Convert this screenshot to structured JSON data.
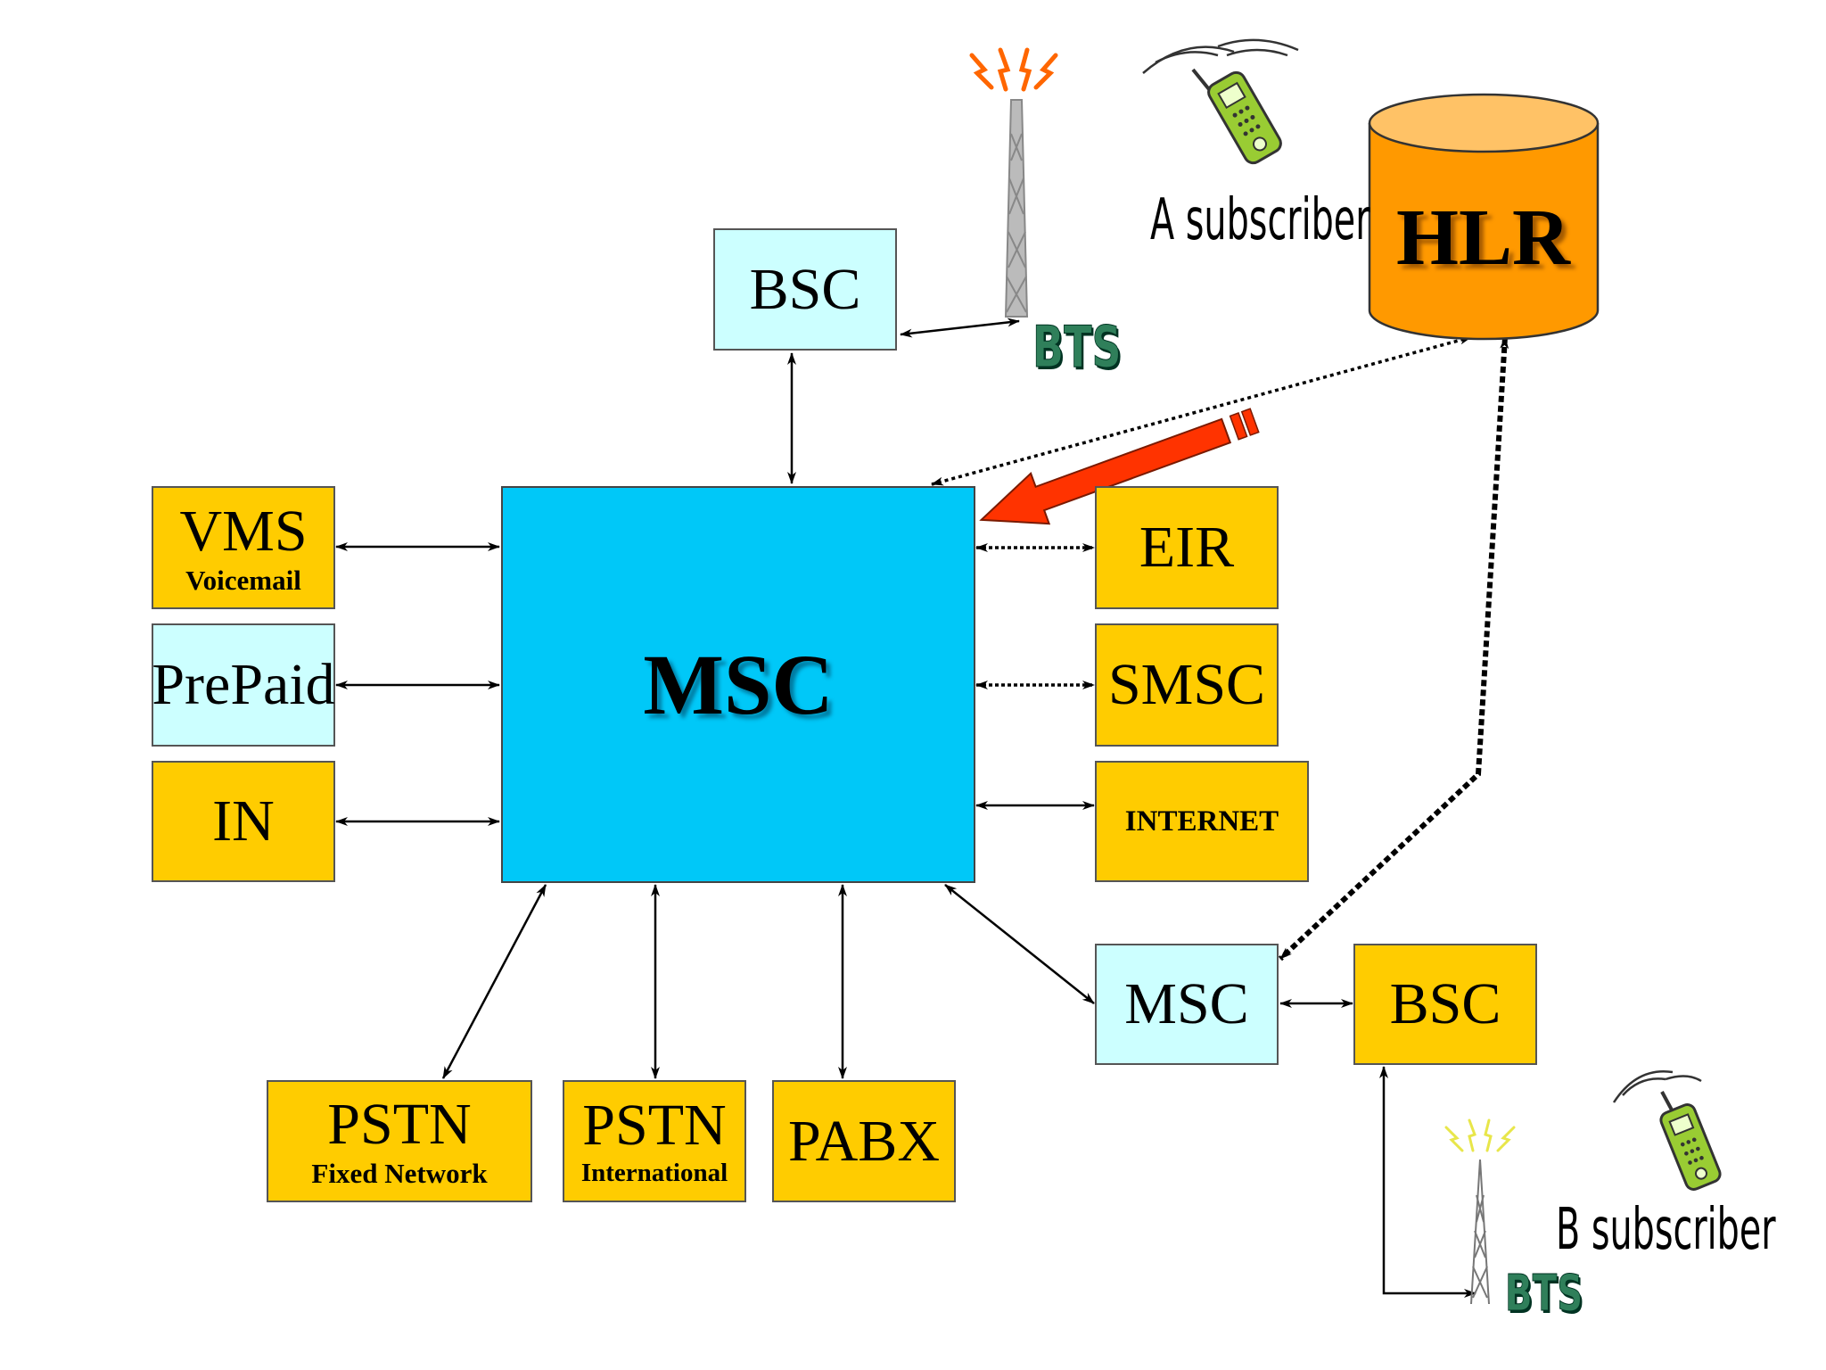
{
  "nodes": {
    "msc_main": "MSC",
    "bsc_top": "BSC",
    "vms": {
      "title": "VMS",
      "subtitle": "Voicemail"
    },
    "prepaid": "PrePaid",
    "in": "IN",
    "eir": "EIR",
    "smsc": "SMSC",
    "internet": "INTERNET",
    "msc_b": "MSC",
    "bsc_b": "BSC",
    "pstn_fixed": {
      "title": "PSTN",
      "subtitle": "Fixed Network"
    },
    "pstn_intl": {
      "title": "PSTN",
      "subtitle": "International"
    },
    "pabx": "PABX",
    "hlr": "HLR"
  },
  "labels": {
    "a_subscriber": "A subscriber",
    "b_subscriber": "B subscriber",
    "bts_top": "BTS",
    "bts_bottom": "BTS"
  },
  "colors": {
    "node_yellow": "#FFCC00",
    "node_pale": "#CCFFFF",
    "msc_main": "#00C8F8",
    "hlr": "#FF9900",
    "hlr_top": "#FFC266",
    "call_arrow": "#FF3300",
    "bts_text": "#2F7F5A"
  },
  "icons": [
    "bts-tower-icon",
    "mobile-phone-icon"
  ]
}
